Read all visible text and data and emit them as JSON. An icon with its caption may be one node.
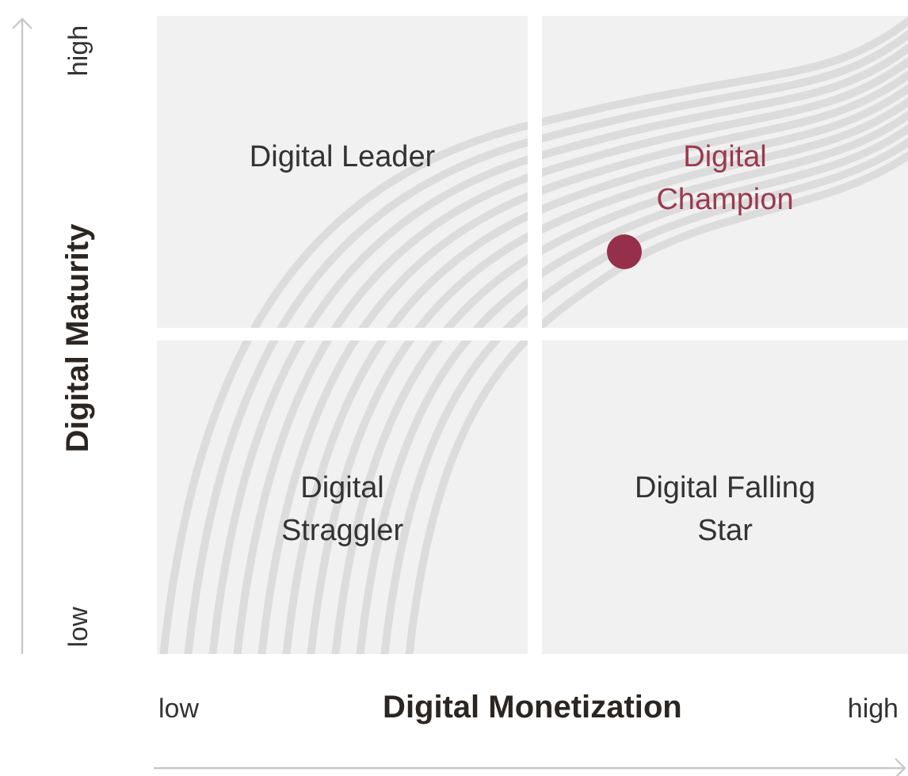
{
  "diagram": {
    "nodes": [
      {
        "text": [
          "Digital Leader"
        ]
      },
      {
        "text": [
          "Digital Champion"
        ]
      },
      {
        "text": [
          "Digital Straggler"
        ]
      },
      {
        "text": [
          "Digital Falling Star"
        ]
      }
    ],
    "labels": [
      "high",
      "Digital Maturity",
      "low",
      "low",
      "Digital Monetization",
      "high"
    ]
  }
}
